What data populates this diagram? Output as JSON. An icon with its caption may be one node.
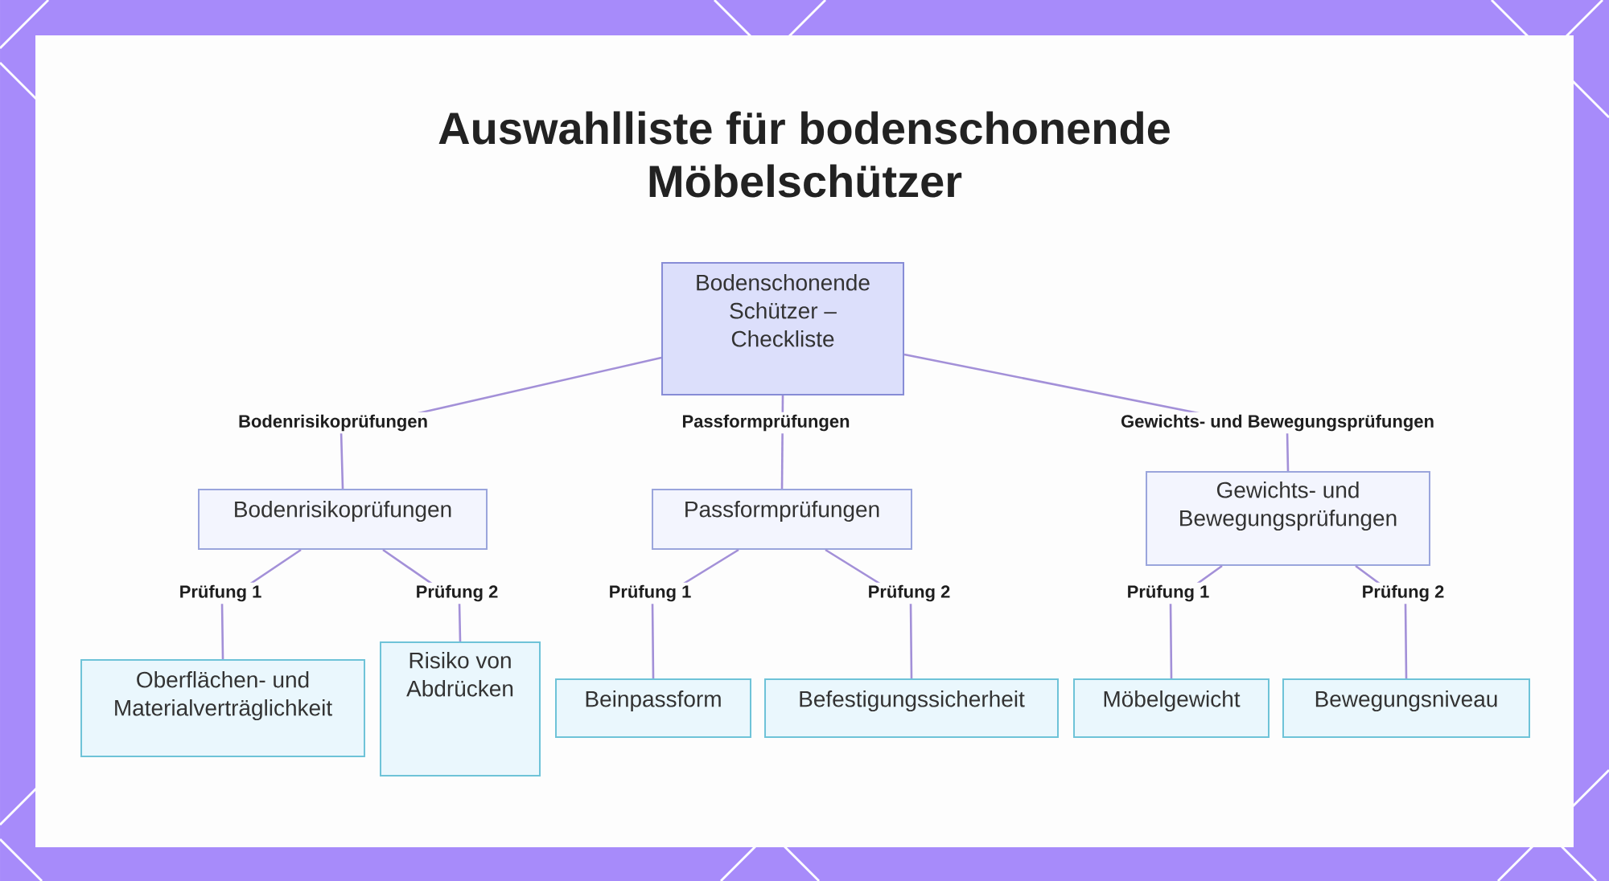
{
  "diagram": {
    "title": "Auswahlliste für bodenschonende Möbelschützer",
    "nodes": [
      {
        "text": [
          "Bodenschonende Schützer – Checkliste"
        ]
      },
      {
        "text": [
          "Bodenrisikoprüfungen"
        ]
      },
      {
        "text": [
          "Passformprüfungen"
        ]
      },
      {
        "text": [
          "Gewichts- und Bewegungsprüfungen"
        ]
      },
      {
        "text": [
          "Oberflächen- und Materialverträglichkeit"
        ]
      },
      {
        "text": [
          "Risiko von Abdrücken"
        ]
      },
      {
        "text": [
          "Beinpassform"
        ]
      },
      {
        "text": [
          "Befestigungssicherheit"
        ]
      },
      {
        "text": [
          "Möbelgewicht"
        ]
      },
      {
        "text": [
          "Bewegungsniveau"
        ]
      }
    ],
    "edges": [
      {
        "from": 0,
        "to": 1,
        "arrow": "none",
        "label": "Bodenrisikoprüfungen"
      },
      {
        "from": 0,
        "to": 2,
        "arrow": "none",
        "label": "Passformprüfungen"
      },
      {
        "from": 0,
        "to": 3,
        "arrow": "none",
        "label": "Gewichts- und Bewegungsprüfungen"
      },
      {
        "from": 1,
        "to": 4,
        "arrow": "none",
        "label": "Prüfung 1"
      },
      {
        "from": 1,
        "to": 5,
        "arrow": "none",
        "label": "Prüfung 2"
      },
      {
        "from": 2,
        "to": 6,
        "arrow": "none",
        "label": "Prüfung 1"
      },
      {
        "from": 2,
        "to": 7,
        "arrow": "none",
        "label": "Prüfung 2"
      },
      {
        "from": 3,
        "to": 8,
        "arrow": "none",
        "label": "Prüfung 1"
      },
      {
        "from": 3,
        "to": 9,
        "arrow": "none",
        "label": "Prüfung 2"
      }
    ]
  }
}
